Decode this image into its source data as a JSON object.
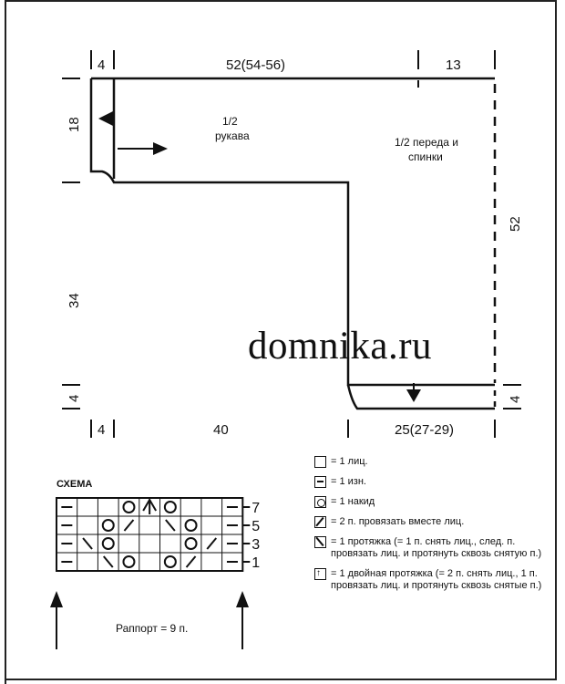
{
  "dims": {
    "top_left": "4",
    "top_middle": "52(54-56)",
    "top_right": "13",
    "left_top": "18",
    "left_middle": "34",
    "left_bottom": "4",
    "right_side": "52",
    "right_bottom": "4",
    "bottom_left": "4",
    "bottom_middle": "40",
    "bottom_right": "25(27-29)"
  },
  "pieces": {
    "sleeve_line1": "1/2",
    "sleeve_line2": "рукава",
    "body_line1": "1/2 переда и",
    "body_line2": "спинки"
  },
  "watermark": "domnika.ru",
  "schema": {
    "title": "СХЕМА",
    "row_numbers": [
      "7",
      "5",
      "3",
      "1"
    ],
    "rapport": "Раппорт = 9 п."
  },
  "legend": [
    {
      "icon": "knit-stitch-icon",
      "text": "= 1 лиц."
    },
    {
      "icon": "purl-stitch-icon",
      "text": "= 1 изн."
    },
    {
      "icon": "yarn-over-icon",
      "text": "= 1 накид"
    },
    {
      "icon": "k2tog-icon",
      "text": "= 2 п. провязать вместе лиц."
    },
    {
      "icon": "ssk-icon",
      "text": "= 1 протяжка (= 1 п. снять лиц., след. п. провязать лиц. и протянуть сквозь снятую п.)"
    },
    {
      "icon": "double-decrease-icon",
      "text": "= 1 двойная протяжка (= 2 п. снять лиц., 1 п. провязать лиц. и протянуть сквозь снятые п.)"
    }
  ]
}
